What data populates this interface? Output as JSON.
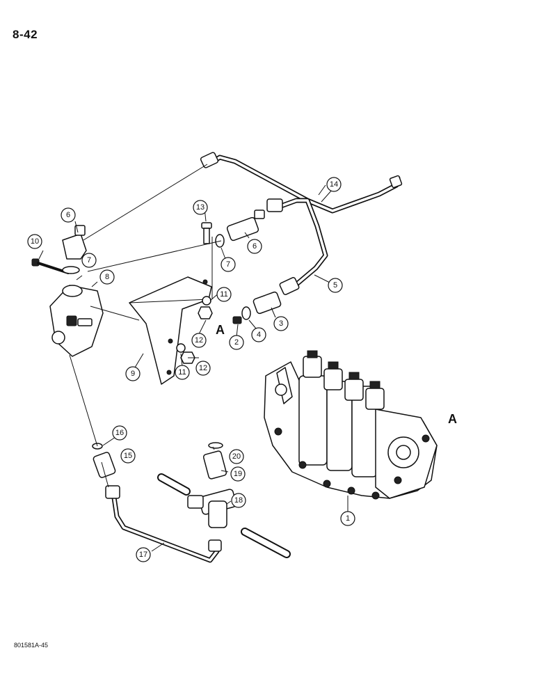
{
  "page": {
    "number": "8-42",
    "code": "801581A-45"
  },
  "reference_letter": "A",
  "callouts": [
    "1",
    "2",
    "3",
    "4",
    "5",
    "6",
    "6",
    "7",
    "7",
    "8",
    "9",
    "10",
    "11",
    "11",
    "12",
    "12",
    "13",
    "14",
    "15",
    "16",
    "17",
    "18",
    "19",
    "20"
  ],
  "colors": {
    "ink": "#111111",
    "background": "#ffffff"
  }
}
